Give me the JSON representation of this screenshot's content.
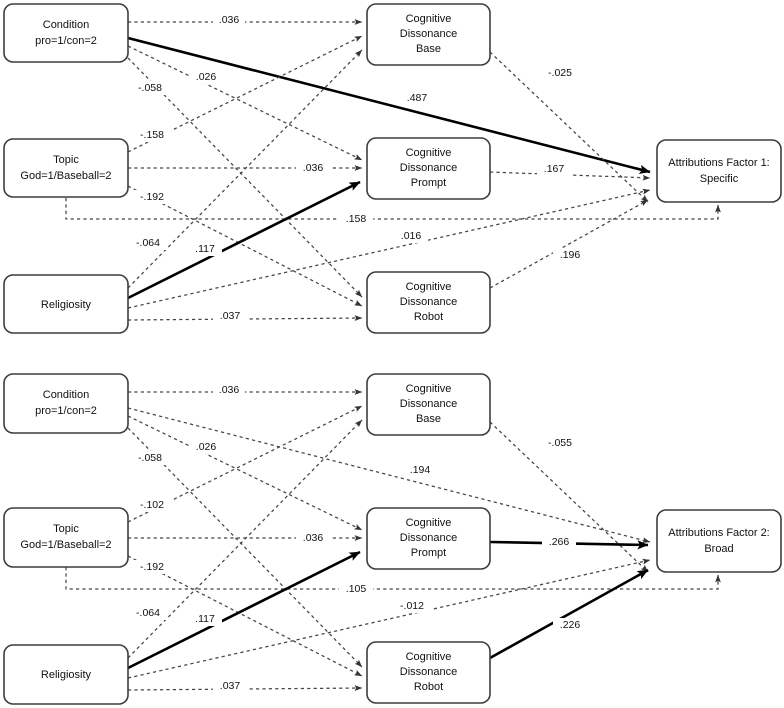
{
  "figure": {
    "type": "path-diagram",
    "title": "",
    "panels": [
      {
        "id": "panel-1",
        "outcome_label_line1": "Attributions Factor 1:",
        "outcome_label_line2": "Specific",
        "predictors": [
          {
            "id": "condition",
            "line1": "Condition",
            "line2": "pro=1/con=2"
          },
          {
            "id": "topic",
            "line1": "Topic",
            "line2": "God=1/Baseball=2"
          },
          {
            "id": "religiosity",
            "line1": "Religiosity",
            "line2": ""
          }
        ],
        "mediators": [
          {
            "id": "cd-base",
            "line1": "Cognitive",
            "line2": "Dissonance",
            "line3": "Base"
          },
          {
            "id": "cd-prompt",
            "line1": "Cognitive",
            "line2": "Dissonance",
            "line3": "Prompt"
          },
          {
            "id": "cd-robot",
            "line1": "Cognitive",
            "line2": "Dissonance",
            "line3": "Robot"
          }
        ],
        "paths": [
          {
            "from": "condition",
            "to": "cd-base",
            "label": ".036",
            "style": "dotted"
          },
          {
            "from": "condition",
            "to": "cd-prompt",
            "label": ".026",
            "style": "dotted"
          },
          {
            "from": "condition",
            "to": "cd-robot",
            "label": "-.058",
            "style": "dotted"
          },
          {
            "from": "condition",
            "to": "outcome",
            "label": ".487",
            "style": "solid"
          },
          {
            "from": "topic",
            "to": "cd-base",
            "label": "-.158",
            "style": "dotted"
          },
          {
            "from": "topic",
            "to": "cd-prompt",
            "label": ".036",
            "style": "dotted"
          },
          {
            "from": "topic",
            "to": "cd-robot",
            "label": "-.192",
            "style": "dotted"
          },
          {
            "from": "topic",
            "to": "outcome",
            "label": ".158",
            "style": "dotted"
          },
          {
            "from": "religiosity",
            "to": "cd-base",
            "label": "-.064",
            "style": "dotted"
          },
          {
            "from": "religiosity",
            "to": "cd-prompt",
            "label": ".117",
            "style": "solid"
          },
          {
            "from": "religiosity",
            "to": "cd-robot",
            "label": ".037",
            "style": "dotted"
          },
          {
            "from": "religiosity",
            "to": "outcome",
            "label": ".016",
            "style": "dotted"
          },
          {
            "from": "cd-base",
            "to": "outcome",
            "label": "-.025",
            "style": "dotted"
          },
          {
            "from": "cd-prompt",
            "to": "outcome",
            "label": ".167",
            "style": "dotted"
          },
          {
            "from": "cd-robot",
            "to": "outcome",
            "label": ".196",
            "style": "dotted"
          }
        ]
      },
      {
        "id": "panel-2",
        "outcome_label_line1": "Attributions Factor 2:",
        "outcome_label_line2": "Broad",
        "predictors": [
          {
            "id": "condition",
            "line1": "Condition",
            "line2": "pro=1/con=2"
          },
          {
            "id": "topic",
            "line1": "Topic",
            "line2": "God=1/Baseball=2"
          },
          {
            "id": "religiosity",
            "line1": "Religiosity",
            "line2": ""
          }
        ],
        "mediators": [
          {
            "id": "cd-base",
            "line1": "Cognitive",
            "line2": "Dissonance",
            "line3": "Base"
          },
          {
            "id": "cd-prompt",
            "line1": "Cognitive",
            "line2": "Dissonance",
            "line3": "Prompt"
          },
          {
            "id": "cd-robot",
            "line1": "Cognitive",
            "line2": "Dissonance",
            "line3": "Robot"
          }
        ],
        "paths": [
          {
            "from": "condition",
            "to": "cd-base",
            "label": ".036",
            "style": "dotted"
          },
          {
            "from": "condition",
            "to": "cd-prompt",
            "label": ".026",
            "style": "dotted"
          },
          {
            "from": "condition",
            "to": "cd-robot",
            "label": "-.058",
            "style": "dotted"
          },
          {
            "from": "condition",
            "to": "outcome",
            "label": ".194",
            "style": "dotted"
          },
          {
            "from": "topic",
            "to": "cd-base",
            "label": "-.102",
            "style": "dotted"
          },
          {
            "from": "topic",
            "to": "cd-prompt",
            "label": ".036",
            "style": "dotted"
          },
          {
            "from": "topic",
            "to": "cd-robot",
            "label": "-.192",
            "style": "dotted"
          },
          {
            "from": "topic",
            "to": "outcome",
            "label": ".105",
            "style": "dotted"
          },
          {
            "from": "religiosity",
            "to": "cd-base",
            "label": "-.064",
            "style": "dotted"
          },
          {
            "from": "religiosity",
            "to": "cd-prompt",
            "label": ".117",
            "style": "solid"
          },
          {
            "from": "religiosity",
            "to": "cd-robot",
            "label": ".037",
            "style": "dotted"
          },
          {
            "from": "religiosity",
            "to": "outcome",
            "label": "-.012",
            "style": "dotted"
          },
          {
            "from": "cd-base",
            "to": "outcome",
            "label": "-.055",
            "style": "dotted"
          },
          {
            "from": "cd-prompt",
            "to": "outcome",
            "label": ".266",
            "style": "solid"
          },
          {
            "from": "cd-robot",
            "to": "outcome",
            "label": ".226",
            "style": "solid"
          }
        ]
      }
    ],
    "colors": {
      "node_stroke": "#3d3d3d",
      "node_fill": "#ffffff",
      "dotted_path": "#444444",
      "solid_path": "#000000",
      "text": "#111111",
      "background": "#ffffff"
    },
    "labels": {
      "p1": {
        "cond_base": ".036",
        "cond_prompt": ".026",
        "cond_robot": "-.058",
        "cond_out": ".487",
        "topic_base": "-.158",
        "topic_prompt": ".036",
        "topic_robot": "-.192",
        "topic_out": ".158",
        "relig_base": "-.064",
        "relig_prompt": ".117",
        "relig_robot": ".037",
        "relig_out": ".016",
        "base_out": "-.025",
        "prompt_out": ".167",
        "robot_out": ".196"
      },
      "p2": {
        "cond_base": ".036",
        "cond_prompt": ".026",
        "cond_robot": "-.058",
        "cond_out": ".194",
        "topic_base": "-.102",
        "topic_prompt": ".036",
        "topic_robot": "-.192",
        "topic_out": ".105",
        "relig_base": "-.064",
        "relig_prompt": ".117",
        "relig_robot": ".037",
        "relig_out": "-.012",
        "base_out": "-.055",
        "prompt_out": ".266",
        "robot_out": ".226"
      }
    },
    "nodes": {
      "condition": {
        "line1": "Condition",
        "line2": "pro=1/con=2"
      },
      "topic": {
        "line1": "Topic",
        "line2": "God=1/Baseball=2"
      },
      "religiosity": {
        "line1": "Religiosity"
      },
      "cd_base": {
        "line1": "Cognitive",
        "line2": "Dissonance",
        "line3": "Base"
      },
      "cd_prompt": {
        "line1": "Cognitive",
        "line2": "Dissonance",
        "line3": "Prompt"
      },
      "cd_robot": {
        "line1": "Cognitive",
        "line2": "Dissonance",
        "line3": "Robot"
      },
      "outcome1": {
        "line1": "Attributions Factor 1:",
        "line2": "Specific"
      },
      "outcome2": {
        "line1": "Attributions Factor 2:",
        "line2": "Broad"
      }
    }
  }
}
